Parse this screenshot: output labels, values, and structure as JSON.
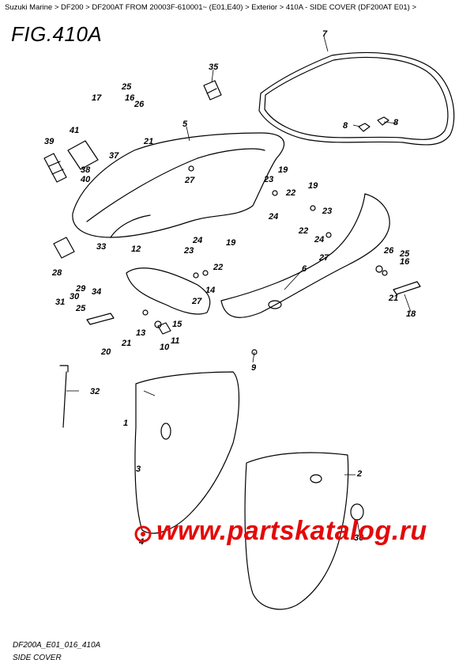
{
  "breadcrumb": [
    "Suzuki Marine",
    "DF200",
    "DF200AT FROM 20003F-610001~ (E01,E40)",
    "Exterior",
    "410A - SIDE COVER (DF200AT E01)"
  ],
  "breadcrumb_sep": " > ",
  "figure_title": "FIG.410A",
  "callouts": [
    "1",
    "2",
    "3",
    "4",
    "5",
    "6",
    "7",
    "8",
    "8",
    "9",
    "10",
    "11",
    "12",
    "13",
    "14",
    "15",
    "16",
    "16",
    "17",
    "18",
    "19",
    "19",
    "19",
    "20",
    "21",
    "21",
    "21",
    "22",
    "22",
    "22",
    "23",
    "23",
    "23",
    "24",
    "24",
    "24",
    "25",
    "25",
    "25",
    "26",
    "26",
    "27",
    "27",
    "27",
    "28",
    "29",
    "30",
    "31",
    "32",
    "33",
    "34",
    "35",
    "36",
    "37",
    "38",
    "39",
    "40",
    "41"
  ],
  "footer": {
    "code": "DF200A_E01_016_410A",
    "caption": "SIDE COVER"
  },
  "watermark": {
    "text": "www.partskatalog.ru",
    "color": "#e30a0a"
  }
}
